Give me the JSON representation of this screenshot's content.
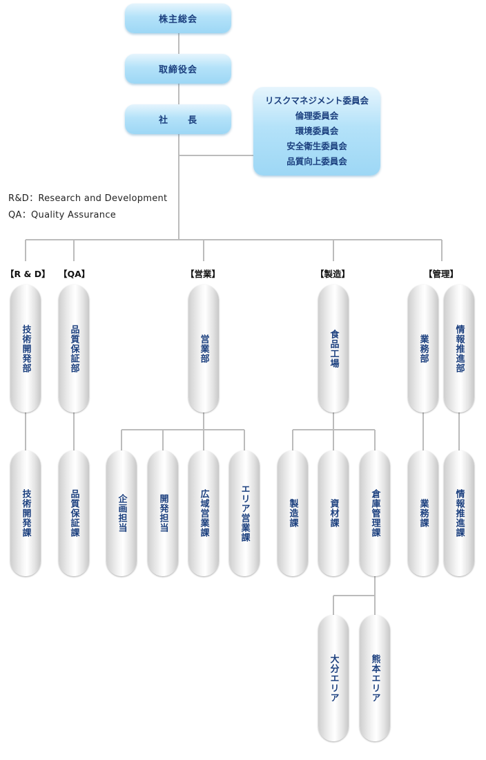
{
  "top": {
    "shareholders": "株主総会",
    "board": "取締役会",
    "president": "社　　長"
  },
  "committees": [
    "リスクマネジメント委員会",
    "倫理委員会",
    "環境委員会",
    "安全衛生委員会",
    "品質向上委員会"
  ],
  "legend": {
    "rd": "R&D：Research and Development",
    "qa": "QA：Quality Assurance"
  },
  "categories": {
    "rd": "【R & D】",
    "qa": "【QA】",
    "sales": "【営業】",
    "manufacturing": "【製造】",
    "management": "【管理】"
  },
  "departments": {
    "tech_dev": "技術開発部",
    "quality": "品質保証部",
    "sales": "営業部",
    "food_factory": "食品工場",
    "business": "業務部",
    "info": "情報推進部"
  },
  "sections": {
    "tech_dev": "技術開発課",
    "quality": "品質保証課",
    "planning": "企画担当",
    "development": "開発担当",
    "wide_sales": "広域営業課",
    "area_sales": "エリア営業課",
    "production": "製造課",
    "materials": "資材課",
    "warehouse": "倉庫管理課",
    "business": "業務課",
    "info": "情報推進課"
  },
  "areas": {
    "oita": "大分エリア",
    "kumamoto": "熊本エリア"
  }
}
